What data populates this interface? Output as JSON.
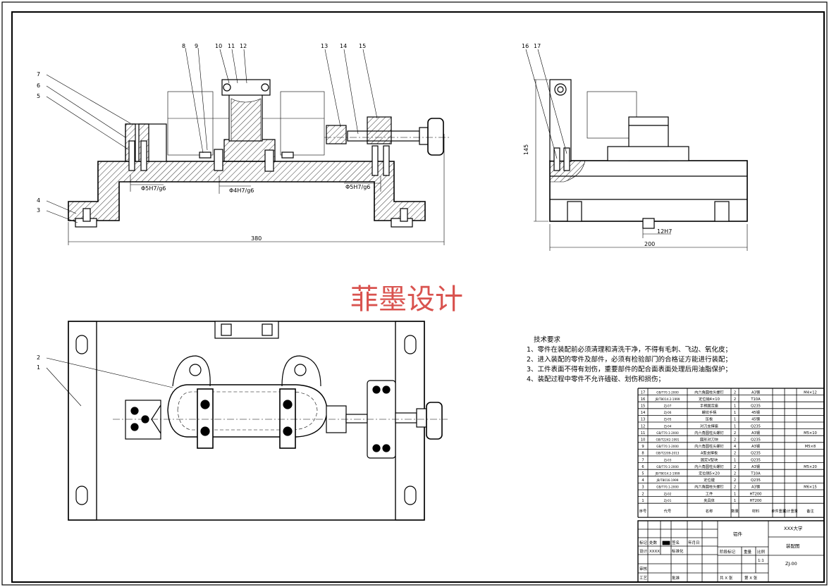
{
  "watermark": "菲墨设计",
  "dims": {
    "length": "380",
    "width": "200",
    "height": "145",
    "fit1": "Φ5H7/g6",
    "fit2": "Φ4H7/g6",
    "fit3": "Φ5H7/g6",
    "key": "12H7"
  },
  "balloons_front": [
    "7",
    "6",
    "5",
    "4",
    "3",
    "8",
    "9",
    "10",
    "11",
    "12",
    "13",
    "14",
    "15"
  ],
  "balloons_side": [
    "16",
    "17"
  ],
  "balloons_top": [
    "2",
    "1"
  ],
  "tech": {
    "title": "技术要求",
    "items": [
      "1、零件在装配前必须清理和清洗干净，不得有毛刺、飞边、氧化皮；",
      "2、进入装配的零件及部件，必须有检验部门的合格证方能进行装配；",
      "3、工件表面不得有划伤，重要部件的配合面表面处理后用油脂保护；",
      "4、装配过程中零件不允许磕碰、划伤和损伤；"
    ]
  },
  "bom": {
    "headers": [
      "序号",
      "代号",
      "名称",
      "数量",
      "材料",
      "单件重量",
      "总计重量",
      "备注"
    ],
    "rows": [
      [
        "17",
        "GB/T70.1-2000",
        "内六角圆柱头螺钉",
        "2",
        "A3钢",
        "",
        "",
        "M4×12"
      ],
      [
        "16",
        "JB/T8014.2-1999",
        "定位销4×10",
        "2",
        "T10A",
        "",
        "",
        ""
      ],
      [
        "15",
        "ZJ-07",
        "手柄固定座",
        "1",
        "Q235",
        "",
        "",
        ""
      ],
      [
        "14",
        "ZJ-06",
        "螺纹手柄",
        "1",
        "45钢",
        "",
        "",
        ""
      ],
      [
        "13",
        "ZJ-05",
        "压板",
        "1",
        "45钢",
        "",
        "",
        ""
      ],
      [
        "12",
        "ZJ-04",
        "对刀支撑座",
        "1",
        "Q235",
        "",
        "",
        ""
      ],
      [
        "11",
        "GB/T70.1-2000",
        "内六角圆柱头螺钉",
        "2",
        "A3钢",
        "",
        "",
        "M5×10"
      ],
      [
        "10",
        "GB/T2242-1991",
        "圆形对刀块",
        "2",
        "Q235",
        "",
        "",
        ""
      ],
      [
        "9",
        "GB/T70.1-2000",
        "内六角圆柱头螺钉",
        "4",
        "A3钢",
        "",
        "",
        "M5×8"
      ],
      [
        "8",
        "GB/T2209-2013",
        "A型支撑板",
        "2",
        "Q235",
        "",
        "",
        ""
      ],
      [
        "7",
        "ZJ-03",
        "固定V型块",
        "1",
        "Q235",
        "",
        "",
        ""
      ],
      [
        "6",
        "GB/T70.1-2000",
        "内六角圆柱头螺钉",
        "2",
        "A3钢",
        "",
        "",
        "M5×20"
      ],
      [
        "5",
        "JB/T8014.2-1999",
        "定位销5×20",
        "2",
        "T10A",
        "",
        "",
        ""
      ],
      [
        "4",
        "JB/T8016-1999",
        "定位键",
        "2",
        "Q235",
        "",
        "",
        ""
      ],
      [
        "3",
        "GB/T70.1-2000",
        "内六角圆柱头螺钉",
        "2",
        "A3钢",
        "",
        "",
        "M6×15"
      ],
      [
        "2",
        "ZJ-02",
        "工件",
        "1",
        "HT200",
        "",
        "",
        ""
      ],
      [
        "1",
        "ZJ-01",
        "夹具体",
        "1",
        "HT200",
        "",
        "",
        ""
      ]
    ]
  },
  "title_block": {
    "material_label": "铝件",
    "school": "XXX大学",
    "drawing_name": "装配图",
    "drawing_no": "ZJ-00",
    "stage_label": "阶段标记",
    "weight_label": "重量",
    "scale_label": "比例",
    "scale": "1:1",
    "sheets_total": "共 X 张",
    "sheet_no": "第 X 张",
    "designer_label": "设计",
    "designer": "XXXX",
    "standardize_label": "标准化",
    "review_label": "审核",
    "process_label": "工艺",
    "approve_label": "批准",
    "mark_label": "标记",
    "count_label": "处数",
    "date_label": "年月日",
    "sign_label": "签名"
  }
}
